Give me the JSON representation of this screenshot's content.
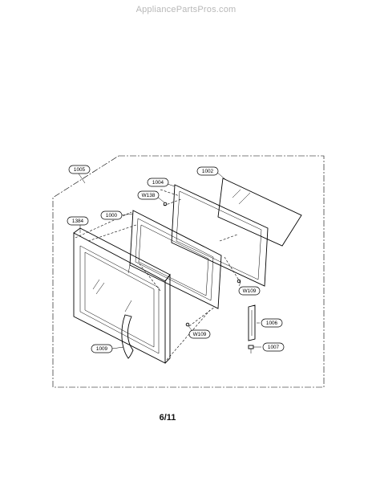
{
  "watermark": "AppliancePartsPros.com",
  "page_number": "6/11",
  "callouts": {
    "c1005": "1005",
    "c1004": "1004",
    "c1002": "1002",
    "cW138": "W138",
    "c1000": "1000",
    "c1384": "1384",
    "cW109a": "W109",
    "cW109b": "W109",
    "c1006": "1006",
    "c1009": "1009",
    "c1007": "1007"
  }
}
